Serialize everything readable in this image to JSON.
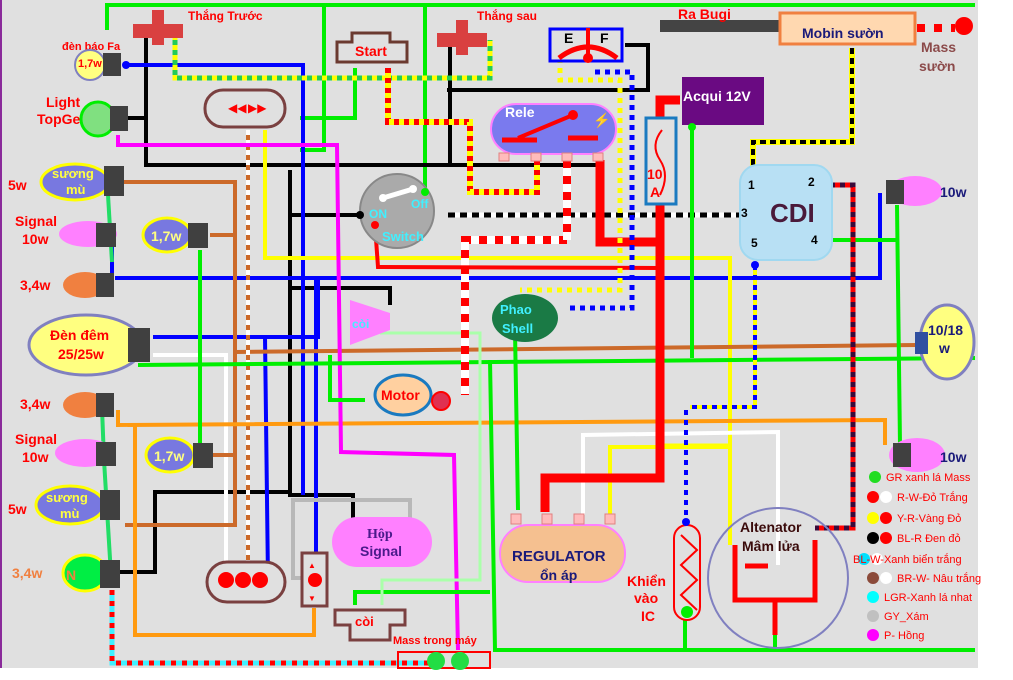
{
  "diagram": {
    "title": "Motorcycle wiring diagram",
    "components": {
      "brake_front": "Thắng Trước",
      "brake_rear": "Thắng sau",
      "indicator_lamp_label": "đèn báo Fa",
      "indicator_lamp_value": "1,7w",
      "light_topgen_1": "Light",
      "light_topgen_2": "TopGen",
      "fog_top_1": "sương",
      "fog_top_2": "mù",
      "fog_top_watt": "5w",
      "signal_left_top_1": "Signal",
      "signal_left_top_2": "10w",
      "lamp_3_4w_top": "3,4w",
      "dash_lamp_top": "1,7w",
      "headlight_1": "Đèn đêm",
      "headlight_2": "25/25w",
      "lamp_3_4w_mid": "3,4w",
      "signal_left_bot_1": "Signal",
      "signal_left_bot_2": "10w",
      "dash_lamp_bot": "1,7w",
      "fog_bot_1": "sương",
      "fog_bot_2": "mù",
      "fog_bot_watt": "5w",
      "neutral_watt": "3,4w",
      "neutral_letter": "N",
      "start": "Start",
      "fuel_e": "E",
      "fuel_f": "F",
      "spark_plug": "Ra Bugi",
      "ignition_coil": "Mobin sườn",
      "frame_ground_1": "Mass",
      "frame_ground_2": "sườn",
      "battery": "Acqui 12V",
      "relay": "Rele",
      "fuse_1": "10",
      "fuse_2": "A",
      "switch_on": "ON",
      "switch_off": "Off",
      "switch_label": "Switch",
      "cdi": "CDI",
      "cdi_pin_1": "1",
      "cdi_pin_2": "2",
      "cdi_pin_3": "3",
      "cdi_pin_4": "4",
      "cdi_pin_5": "5",
      "signal_right_top": "10w",
      "horn_top": "còi",
      "float_1": "Phao",
      "float_2": "Shell",
      "taillight_1": "10/18",
      "taillight_2": "w",
      "motor": "Motor",
      "signal_right_bot": "10w",
      "signal_box_1": "Hộp",
      "signal_box_2": "Signal",
      "regulator_1": "REGULATOR",
      "regulator_2": "ổn áp",
      "pickup_1": "Khiển",
      "pickup_2": "vào",
      "pickup_3": "IC",
      "alternator_1": "Altenator",
      "alternator_2": "Mâm lửa",
      "horn_bottom": "còi",
      "engine_ground": "Mass trong máy"
    },
    "legend": [
      {
        "colors": [
          "#22dd22"
        ],
        "label": "GR xanh lá Mass"
      },
      {
        "colors": [
          "#ff0000",
          "#ffffff"
        ],
        "label": "R-W-Đỏ Trắng"
      },
      {
        "colors": [
          "#ffff00",
          "#ff0000"
        ],
        "label": "Y-R-Vàng Đỏ"
      },
      {
        "colors": [
          "#000000",
          "#ff0000"
        ],
        "label": "BL-R Đen đỏ"
      },
      {
        "colors": [
          "#00e0ff",
          "#ffffff"
        ],
        "label": "BL-W-Xanh biển trắng"
      },
      {
        "colors": [
          "#8b4a3a",
          "#ffffff"
        ],
        "label": "BR-W- Nâu trắng"
      },
      {
        "colors": [
          "#00ffff"
        ],
        "label": "LGR-Xanh lá nhat"
      },
      {
        "colors": [
          "#c0c0c0"
        ],
        "label": "GY_Xám"
      },
      {
        "colors": [
          "#ff00ff"
        ],
        "label": "P- Hồng"
      }
    ],
    "colors": {
      "background": "#e0e0e0",
      "green_wire": "#00ee00",
      "blue_wire": "#0000ff",
      "black_wire": "#000000",
      "red_wire": "#ff0000",
      "yellow_wire": "#ffff00",
      "brown_wire": "#cc6a2a",
      "orange_wire": "#ff9a10",
      "pink_wire": "#ff00ff",
      "label_red": "#ff0000"
    }
  }
}
